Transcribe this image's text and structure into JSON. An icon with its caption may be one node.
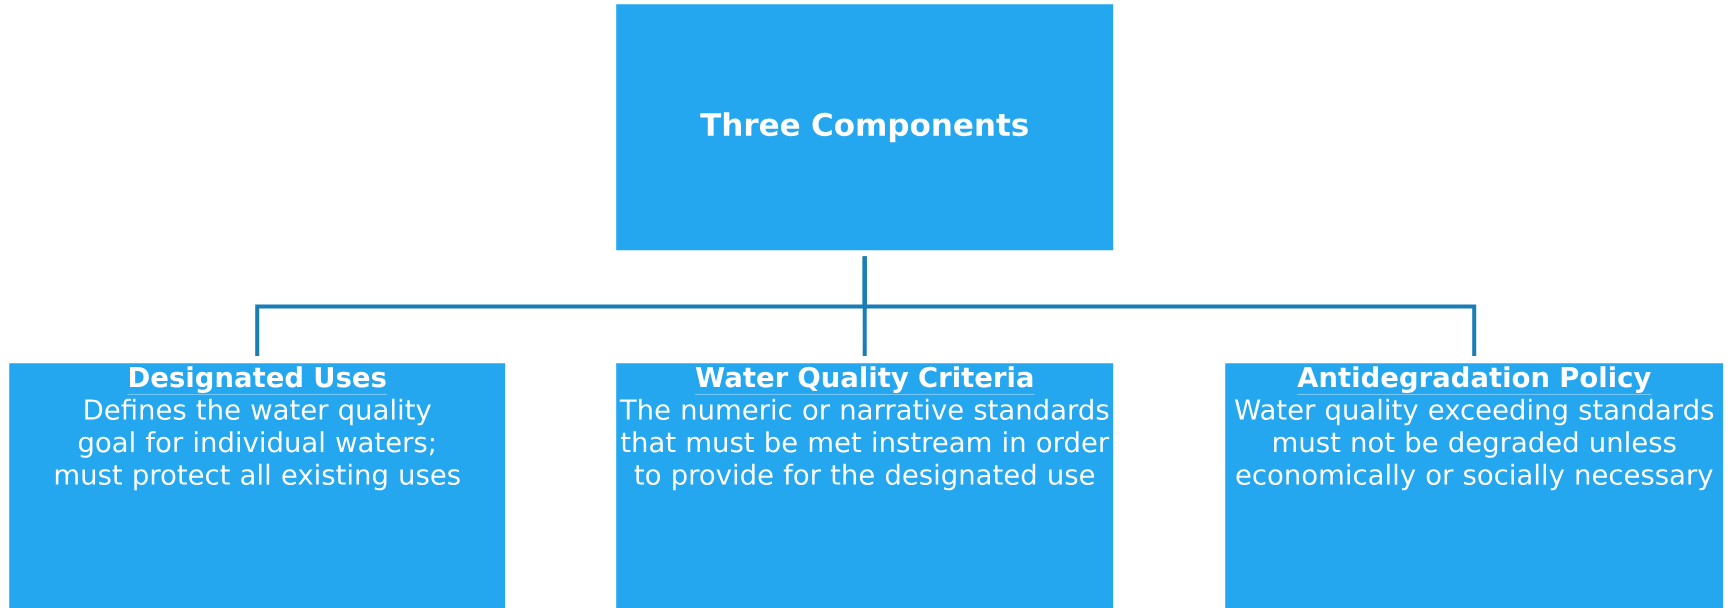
{
  "diagram": {
    "nodes": [
      {
        "text": [
          "Three Components"
        ]
      },
      {
        "text": [
          "Designated Uses",
          "Defines the water quality goal for individual waters; must protect all existing uses"
        ]
      },
      {
        "text": [
          "Water Quality Criteria",
          "The numeric or narrative standards that must be met instream in order to provide for the designated use"
        ]
      },
      {
        "text": [
          "Antidegradation Policy",
          "Water quality exceeding standards must not be degraded unless economically or socially necessary"
        ]
      }
    ],
    "edges": [
      {
        "from": 0,
        "to": 1,
        "arrow": "none"
      },
      {
        "from": 0,
        "to": 2,
        "arrow": "none"
      },
      {
        "from": 0,
        "to": 3,
        "arrow": "none"
      }
    ]
  }
}
